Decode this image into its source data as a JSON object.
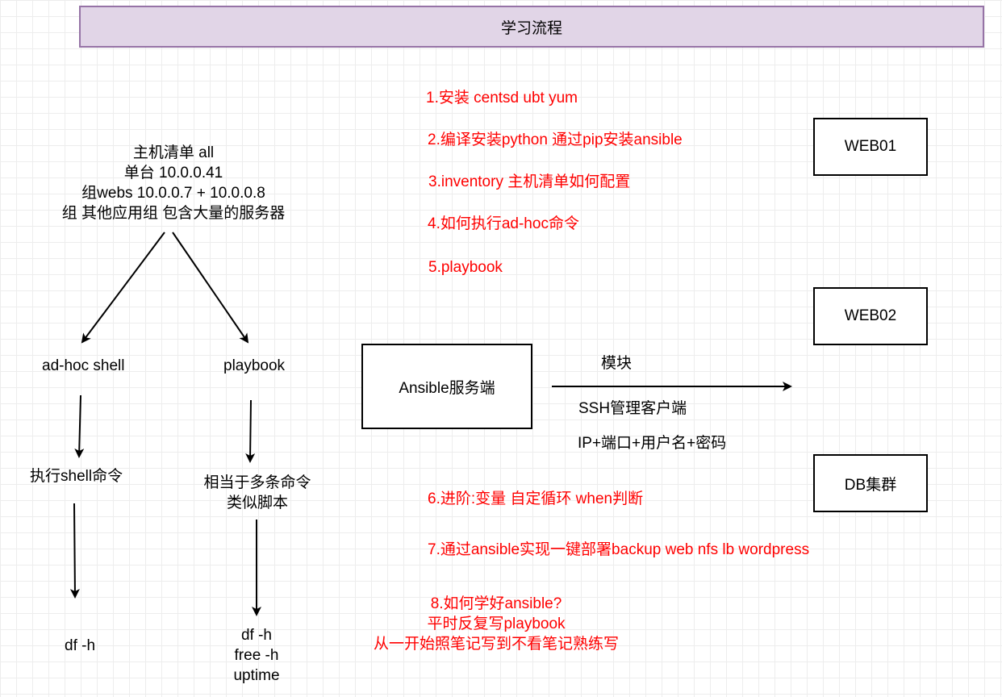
{
  "title": "学习流程",
  "host_list": {
    "lines": [
      "主机清单  all",
      "单台   10.0.0.41",
      "组webs 10.0.0.7 + 10.0.0.8",
      "组 其他应用组 包含大量的服务器"
    ]
  },
  "adhoc": {
    "label": "ad-hoc shell",
    "step": "执行shell命令",
    "result": "df -h"
  },
  "playbook": {
    "label": "playbook",
    "step_lines": [
      "相当于多条命令",
      "类似脚本"
    ],
    "result_lines": [
      "df -h",
      "free -h",
      "uptime"
    ]
  },
  "steps": {
    "s1": "1.安装 centsd ubt yum",
    "s2": "2.编译安装python 通过pip安装ansible",
    "s3": "3.inventory 主机清单如何配置",
    "s4": "4.如何执行ad-hoc命令",
    "s5": "5.playbook",
    "s6": "6.进阶:变量 自定循环 when判断",
    "s7": "7.通过ansible实现一键部署backup web nfs lb wordpress",
    "s8_lines": [
      "8.如何学好ansible?",
      "平时反复写playbook",
      "从一开始照笔记写到不看笔记熟练写"
    ]
  },
  "server": "Ansible服务端",
  "connection": {
    "module": "模块",
    "ssh": "SSH管理客户端",
    "auth": "IP+端口+用户名+密码"
  },
  "targets": {
    "web01": "WEB01",
    "web02": "WEB02",
    "db": "DB集群"
  },
  "colors": {
    "highlight_text": "#ff0000",
    "title_fill": "#e1d5e7",
    "title_border": "#9673a6"
  }
}
